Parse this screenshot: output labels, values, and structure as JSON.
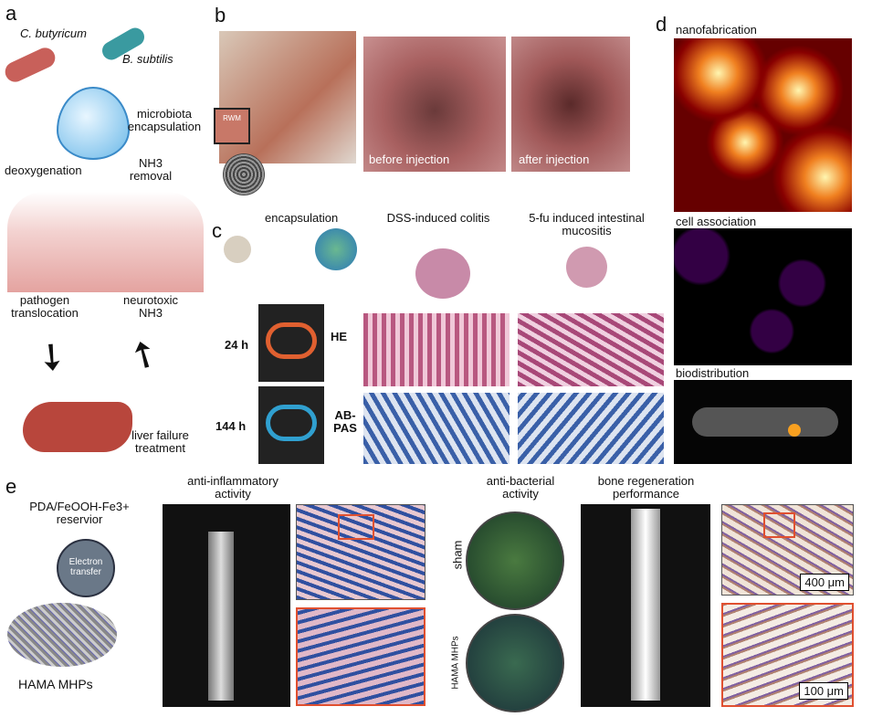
{
  "panel_a": {
    "letter": "a",
    "c_butyricum": "C. butyricum",
    "b_subtilis": "B. subtilis",
    "microbiota_encapsulation": "microbiota encapsulation",
    "deoxygenation": "deoxygenation",
    "nh3_removal": "NH3 removal",
    "pathogen_translocation": "pathogen translocation",
    "neurotoxic_nh3": "neurotoxic NH3",
    "liver_failure_treatment": "liver failure treatment"
  },
  "panel_b": {
    "letter": "b",
    "rwm": "RWM",
    "before_injection": "before injection",
    "after_injection": "after injection"
  },
  "panel_c": {
    "letter": "c",
    "encapsulation": "encapsulation",
    "t24": "24 h",
    "t144": "144 h",
    "he": "HE",
    "abpas": "AB-PAS",
    "dss": "DSS-induced colitis",
    "fu": "5-fu induced intestinal mucositis"
  },
  "panel_d": {
    "letter": "d",
    "nanofabrication": "nanofabrication",
    "cell_association": "cell association",
    "biodistribution": "biodistribution"
  },
  "panel_e": {
    "letter": "e",
    "reservoir": "PDA/FeOOH-Fe3+ reservior",
    "electron_transfer": "Electron transfer",
    "hama_mhps": "HAMA MHPs",
    "anti_inflammatory": "anti-inflammatory activity",
    "anti_bacterial": "anti-bacterial activity",
    "sham": "sham",
    "hama_plate": "HAMA MHPs",
    "bone_regeneration": "bone regeneration performance",
    "scale_400": "400 μm",
    "scale_100": "100 μm"
  }
}
